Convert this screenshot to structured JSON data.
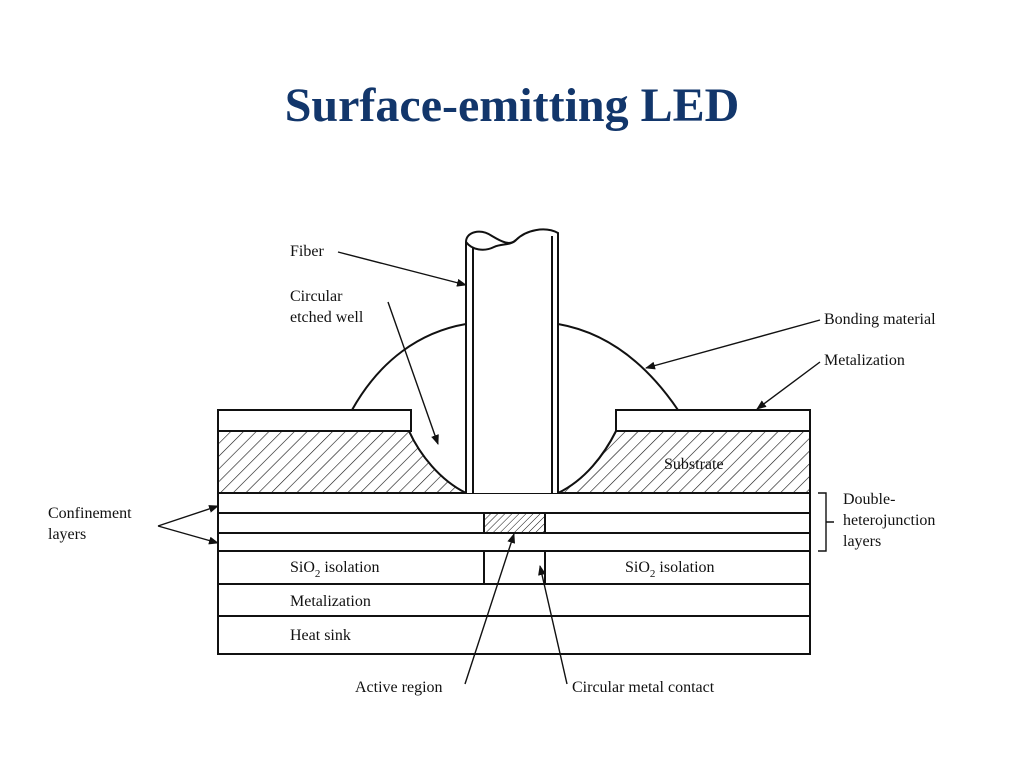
{
  "title": "Surface-emitting LED",
  "labels": {
    "fiber": "Fiber",
    "circular_etched_well_1": "Circular",
    "circular_etched_well_2": "etched well",
    "bonding_material": "Bonding material",
    "metalization_top": "Metalization",
    "substrate": "Substrate",
    "confinement_1": "Confinement",
    "confinement_2": "layers",
    "double_hetero_1": "Double-",
    "double_hetero_2": "heterojunction",
    "double_hetero_3": "layers",
    "sio2_prefix": "SiO",
    "sio2_sub": "2",
    "sio2_suffix": " isolation",
    "metalization_bottom": "Metalization",
    "heat_sink": "Heat sink",
    "active_region": "Active region",
    "circular_metal_contact": "Circular metal contact"
  }
}
